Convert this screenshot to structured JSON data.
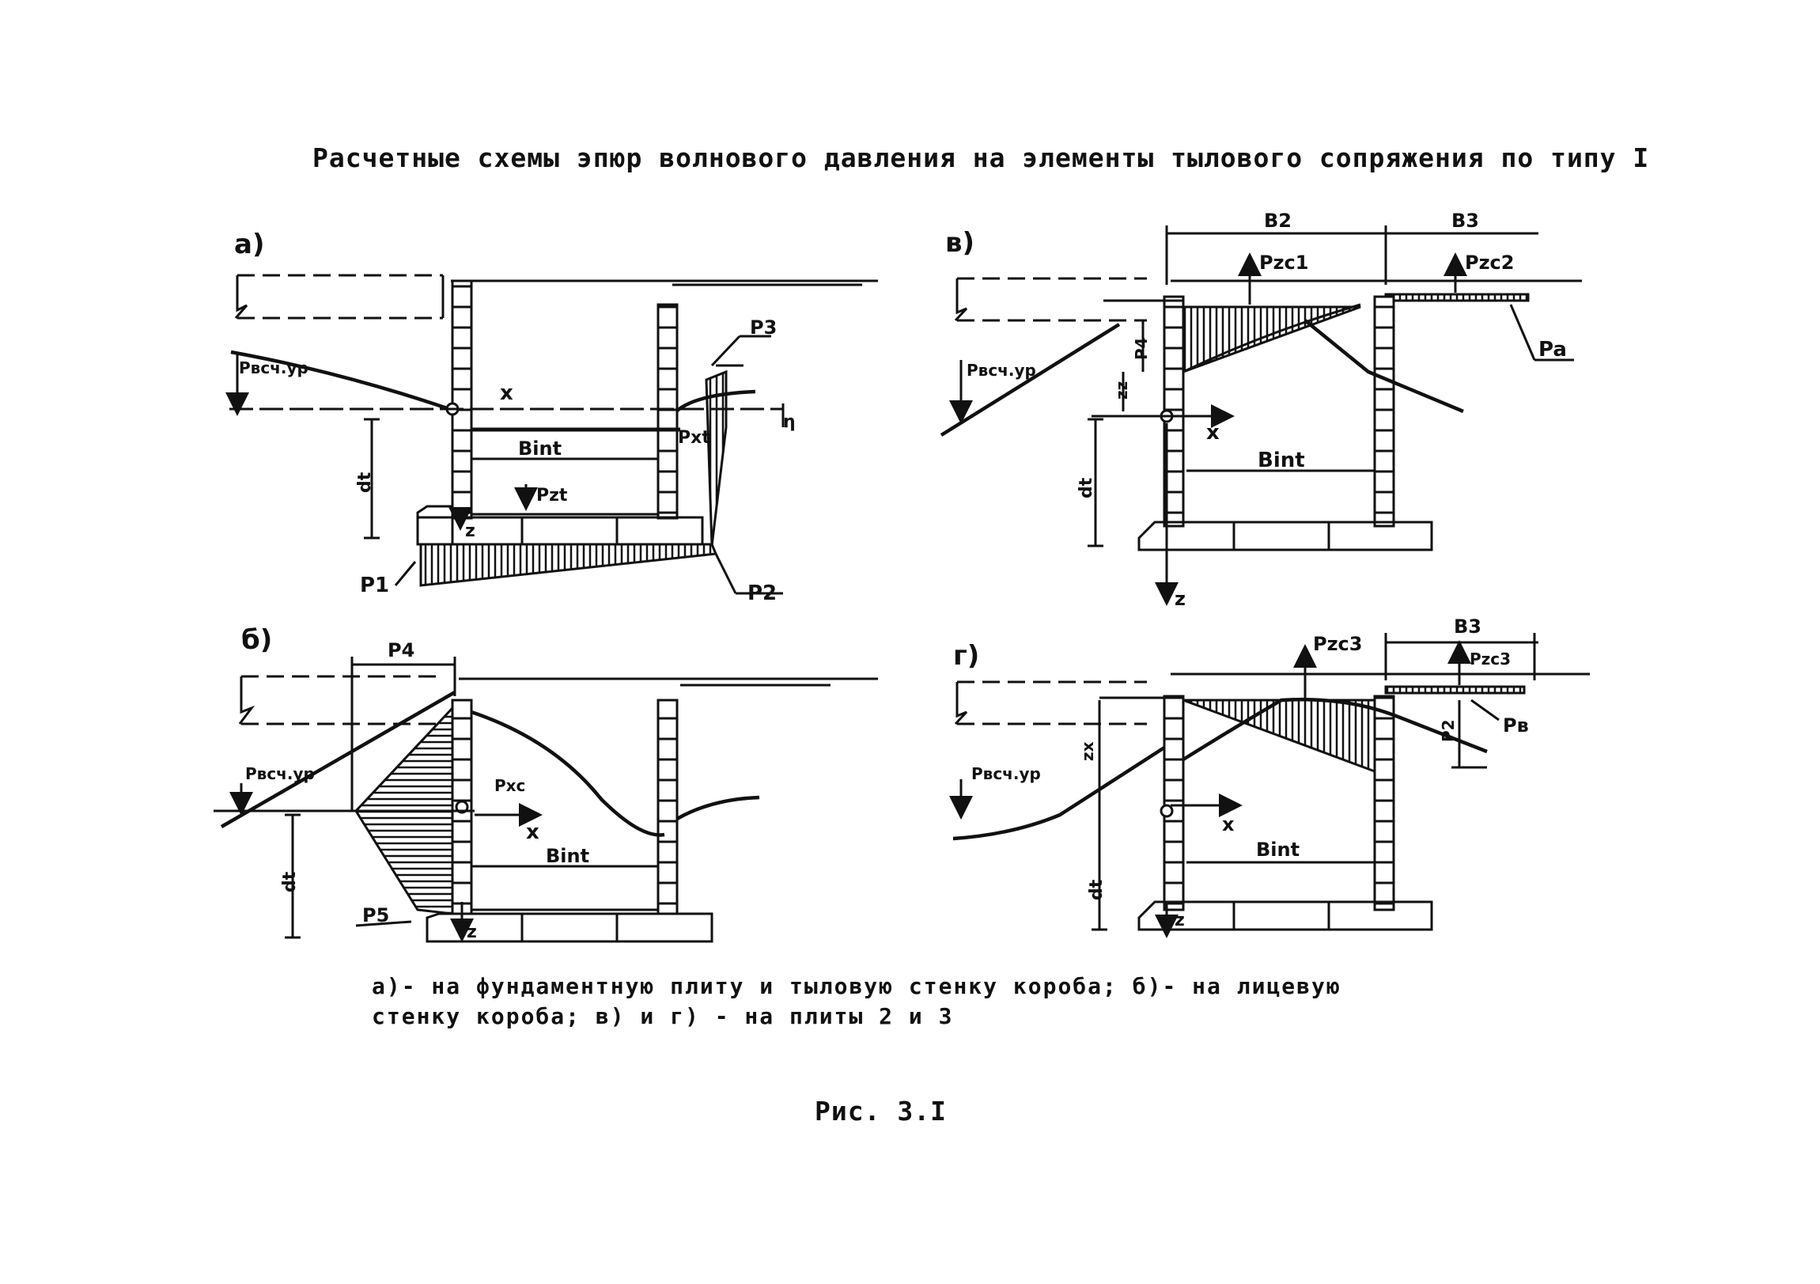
{
  "title": "Расчетные схемы эпюр волнового давления на элементы тылового сопряжения по типу I",
  "caption_line1": "а)- на фундаментную плиту и тыловую стенку короба;   б)- на лицевую",
  "caption_line2": "стенку короба;   в) и г) - на плиты 2 и 3",
  "figure_label": "Рис. 3.I",
  "panels": {
    "a": {
      "label": "а)",
      "labels": {
        "water": "Pвсч.ур",
        "x": "x",
        "bint": "Bint",
        "pzt": "Pzt",
        "z": "z",
        "dt": "dt",
        "p1": "P1",
        "p2": "P2",
        "p3": "P3",
        "pxt": "Pxt",
        "eta": "η"
      }
    },
    "v": {
      "label": "в)",
      "labels": {
        "b2": "B2",
        "b3": "B3",
        "pzc1": "Pzc1",
        "pzc2": "Pzc2",
        "p4": "P4",
        "water": "Pвсч.ур",
        "zz": "zz",
        "x": "x",
        "bint": "Bint",
        "dt": "dt",
        "z": "z",
        "pa": "Pa"
      }
    },
    "b": {
      "label": "б)",
      "labels": {
        "p4": "P4",
        "water": "Pвсч.ур",
        "pxc": "Pxc",
        "x": "x",
        "bint": "Bint",
        "dt": "dt",
        "p5": "P5",
        "z": "z"
      }
    },
    "g": {
      "label": "г)",
      "labels": {
        "pzc3": "Pzc3",
        "b3": "B3",
        "pzc3b": "Pzc3",
        "p2": "P2",
        "pb": "Pв",
        "water": "Pвсч.ур",
        "zx": "zx",
        "x": "x",
        "bint": "Bint",
        "dt": "dt",
        "z": "z"
      }
    }
  }
}
